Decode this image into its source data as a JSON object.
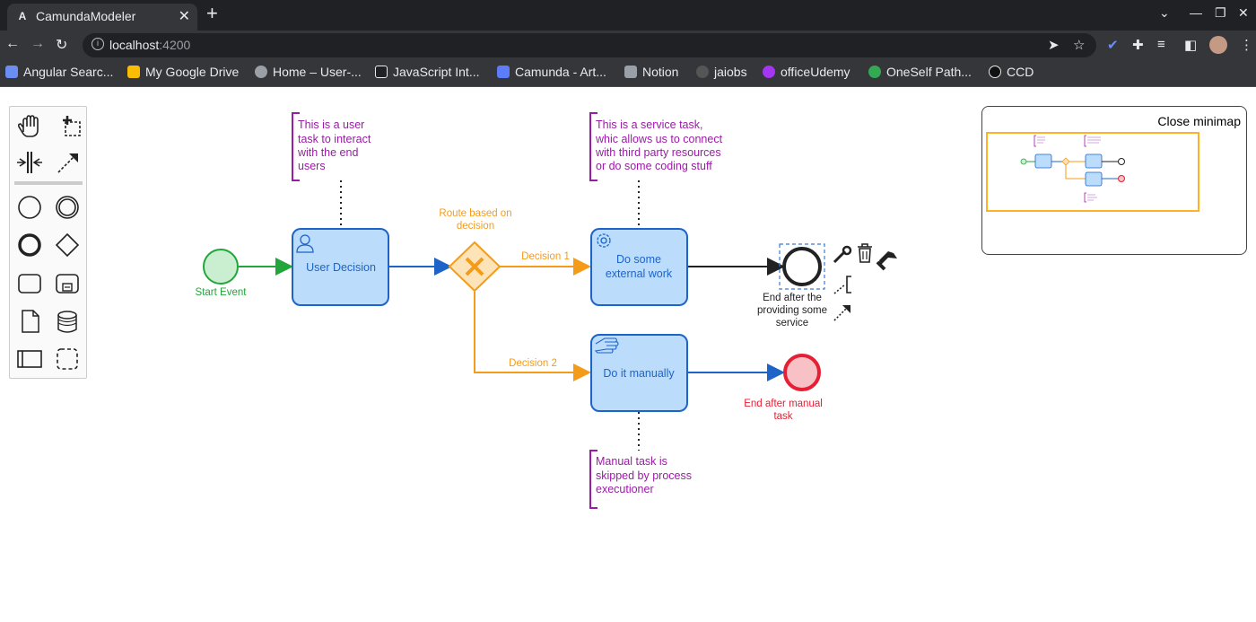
{
  "browser": {
    "tab_title": "CamundaModeler",
    "tab_favicon": "A",
    "url_host": "localhost",
    "url_port": ":4200",
    "icons": [
      "back-icon",
      "forward-icon",
      "reload-icon",
      "info-icon",
      "send-icon",
      "star-icon",
      "extension-icon",
      "puzzle-icon",
      "media-icon",
      "sidepanel-icon",
      "avatar",
      "menu-icon"
    ]
  },
  "bookmarks": [
    {
      "label": "Angular Searc...",
      "color": "#6b8ef2"
    },
    {
      "label": "My Google Drive",
      "color": "#fbbc04"
    },
    {
      "label": "Home – User-...",
      "color": "#9aa0a6"
    },
    {
      "label": "JavaScript Int...",
      "color": "#202124"
    },
    {
      "label": "Camunda - Art...",
      "color": "#5c7cfa"
    },
    {
      "label": "Notion",
      "color": "#9aa0a6"
    },
    {
      "label": "jaiobs",
      "color": "#555"
    },
    {
      "label": "officeUdemy",
      "color": "#a435f0"
    },
    {
      "label": "OneSelf Path...",
      "color": "#34a853"
    },
    {
      "label": "CCD",
      "color": "#111"
    }
  ],
  "palette": {
    "tools": [
      "hand-tool",
      "lasso-tool",
      "space-tool",
      "global-connect-tool"
    ],
    "shapes": [
      "start-event",
      "intermediate-event",
      "end-event",
      "gateway",
      "task",
      "subprocess",
      "data-object",
      "data-store",
      "pool",
      "group"
    ]
  },
  "minimap": {
    "toggle_label": "Close minimap"
  },
  "diagram": {
    "start_event_label": "Start Event",
    "user_task_label": "User Decision",
    "gateway_label_1": "Route based on",
    "gateway_label_2": "decision",
    "decision1_label": "Decision 1",
    "decision2_label": "Decision 2",
    "service_task_label_1": "Do some",
    "service_task_label_2": "external work",
    "manual_task_label": "Do it manually",
    "end_service_label_1": "End after the",
    "end_service_label_2": "providing some",
    "end_service_label_3": "service",
    "end_manual_label_1": "End after manual",
    "end_manual_label_2": "task",
    "annotation_user_1": "This is a user",
    "annotation_user_2": "task to interact",
    "annotation_user_3": "with the end",
    "annotation_user_4": "users",
    "annotation_service_1": "This is a service task,",
    "annotation_service_2": "whic allows us to connect",
    "annotation_service_3": "with third party resources",
    "annotation_service_4": "or do some coding stuff",
    "annotation_manual_1": "Manual task is",
    "annotation_manual_2": "skipped by process",
    "annotation_manual_3": "executioner",
    "colors": {
      "start": "#22a63b",
      "user_task": "#1e64c8",
      "gateway": "#f59b1a",
      "annotation": "#9c1aa8",
      "end_manual": "#e52035"
    }
  }
}
